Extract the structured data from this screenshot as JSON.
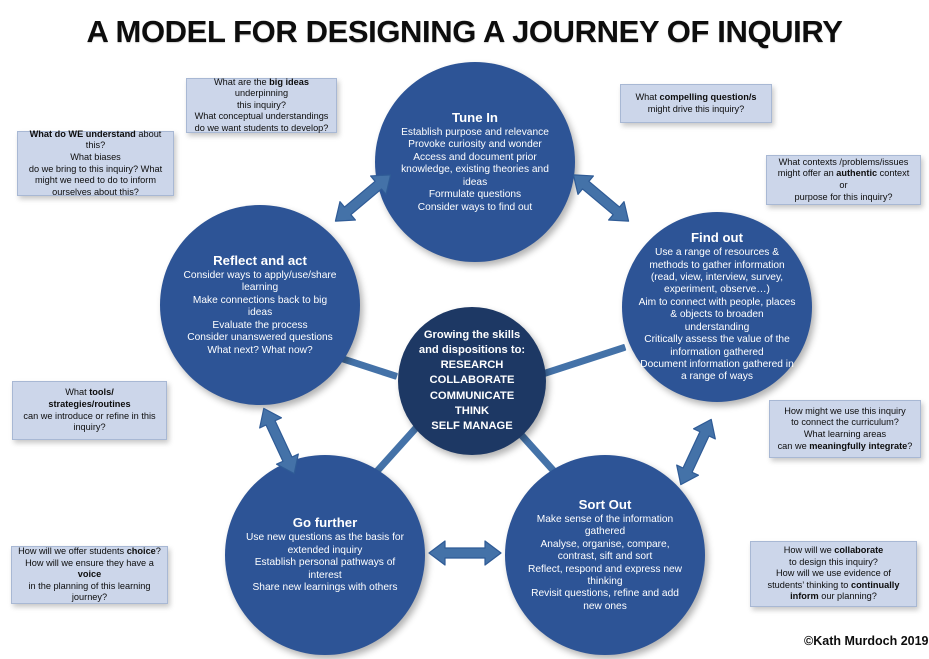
{
  "title": "A MODEL FOR DESIGNING A JOURNEY OF INQUIRY",
  "copyright": "©Kath Murdoch 2019",
  "colors": {
    "outer_circle": "#2d5496",
    "center_circle": "#1d3864",
    "connector": "#4472a8",
    "arrow": "#4472a8",
    "box_fill": "#ccd6ea",
    "box_border": "#a8b8d4",
    "title_text": "#0d0d0d"
  },
  "center": {
    "heading_line_1": "Growing the skills",
    "heading_line_2": "and dispositions to:",
    "items": [
      "RESEARCH",
      "COLLABORATE",
      "COMMUNICATE",
      "THINK",
      "SELF MANAGE"
    ]
  },
  "phases": [
    {
      "id": "tune-in",
      "heading": "Tune In",
      "lines": [
        "Establish purpose and relevance",
        "Provoke curiosity and wonder",
        "Access and document prior",
        "knowledge, existing theories and",
        "ideas",
        "Formulate questions",
        "Consider ways to find out"
      ]
    },
    {
      "id": "find-out",
      "heading": "Find out",
      "lines": [
        "Use a range of resources &",
        "methods to gather information",
        "(read, view, interview, survey,",
        "experiment, observe…)",
        "Aim to connect with people, places",
        "& objects to broaden",
        "understanding",
        "Critically assess the value of the",
        "information gathered",
        "Document information gathered in",
        "a range of ways"
      ]
    },
    {
      "id": "sort-out",
      "heading": "Sort Out",
      "lines": [
        "Make sense of the information",
        "gathered",
        "Analyse, organise, compare,",
        "contrast, sift and sort",
        "Reflect, respond and express new",
        "thinking",
        "Revisit questions, refine and add",
        "new ones"
      ]
    },
    {
      "id": "go-further",
      "heading": "Go further",
      "lines": [
        "Use new questions as the basis for",
        "extended inquiry",
        "Establish personal pathways of",
        "interest",
        "Share new learnings with others"
      ]
    },
    {
      "id": "reflect-and-act",
      "heading": "Reflect and act",
      "lines": [
        "Consider ways to apply/use/share",
        "learning",
        "Make connections back to big",
        "ideas",
        "Evaluate the process",
        "Consider unanswered questions",
        "What next? What now?"
      ]
    }
  ],
  "question_boxes": [
    {
      "id": "big-ideas",
      "html": "What are the <b>big ideas</b> underpinning<br>this inquiry?<br>What conceptual understandings<br>do we want students to develop?"
    },
    {
      "id": "we-understand",
      "html": "<b>What do WE understand</b> about this?<br>What biases<br>do we bring to this inquiry? What<br>might we need to do to inform<br>ourselves about this?"
    },
    {
      "id": "compelling-questions",
      "html": "What <b>compelling question/s</b><br>might drive this inquiry?"
    },
    {
      "id": "authentic-context",
      "html": "What contexts /problems/issues<br>might offer an <b>authentic</b> context or<br>purpose for this inquiry?"
    },
    {
      "id": "connect-curriculum",
      "html": "How might we use this inquiry<br>to connect the curriculum?<br>What learning areas<br>can we <b>meaningfully integrate</b>?"
    },
    {
      "id": "collaborate-plan",
      "html": "How will we <b>collaborate</b><br>to design this inquiry?<br>How will we use evidence of<br>students’ thinking to <b>continually</b><br><b>inform</b> our planning?"
    },
    {
      "id": "choice-voice",
      "html": "How will we offer students <b>choice</b>?<br>How will we ensure they have a <b>voice</b><br>in the planning of this learning<br>journey?"
    },
    {
      "id": "tools-strategies",
      "html": "What <b>tools/</b><br><b>strategies/routines</b><br>can we introduce or refine in this<br>inquiry?"
    }
  ]
}
